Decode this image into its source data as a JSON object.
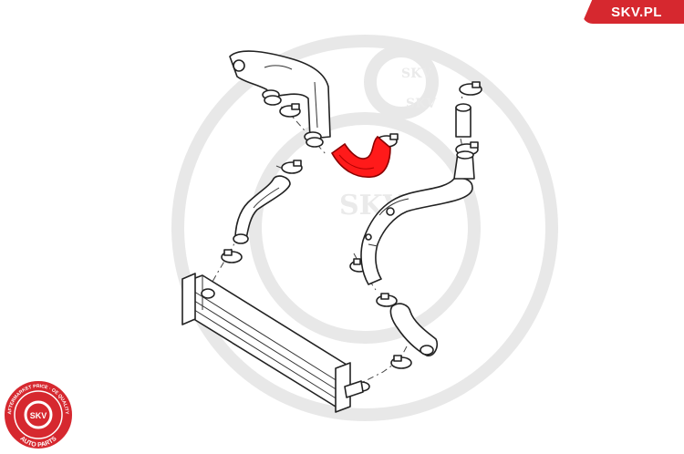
{
  "brand": {
    "name": "SKV.PL",
    "color": "#d6282f"
  },
  "watermark": {
    "text": "SKV"
  },
  "highlight_color": "#ff1a1a",
  "seal": {
    "upper_text": "AFTERMARKET PRICE · OE QUALITY",
    "center_text": "SKV",
    "lower_text": "AUTO PARTS"
  }
}
